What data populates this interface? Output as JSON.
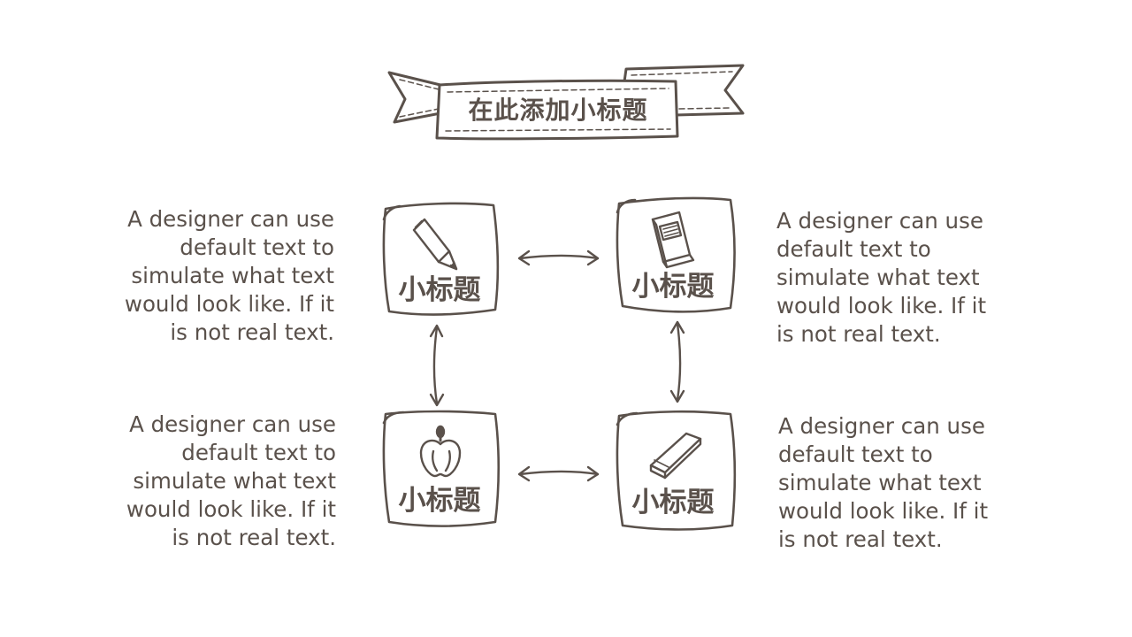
{
  "header": {
    "title": "在此添加小标题"
  },
  "cards": [
    {
      "label": "小标题",
      "icon": "pencil-icon"
    },
    {
      "label": "小标题",
      "icon": "book-icon"
    },
    {
      "label": "小标题",
      "icon": "apple-icon"
    },
    {
      "label": "小标题",
      "icon": "eraser-icon"
    }
  ],
  "descriptions": [
    "A designer can use default text to simulate what text would look like. If it is not real text.",
    "A designer can use default text to simulate what text would look like. If it is not real text.",
    "A designer can use default text to simulate what text would look like. If it is not real text.",
    "A designer can use default text to simulate what text would look like. If it is not real text."
  ],
  "colors": {
    "ink": "#5a514b",
    "background": "#ffffff"
  }
}
